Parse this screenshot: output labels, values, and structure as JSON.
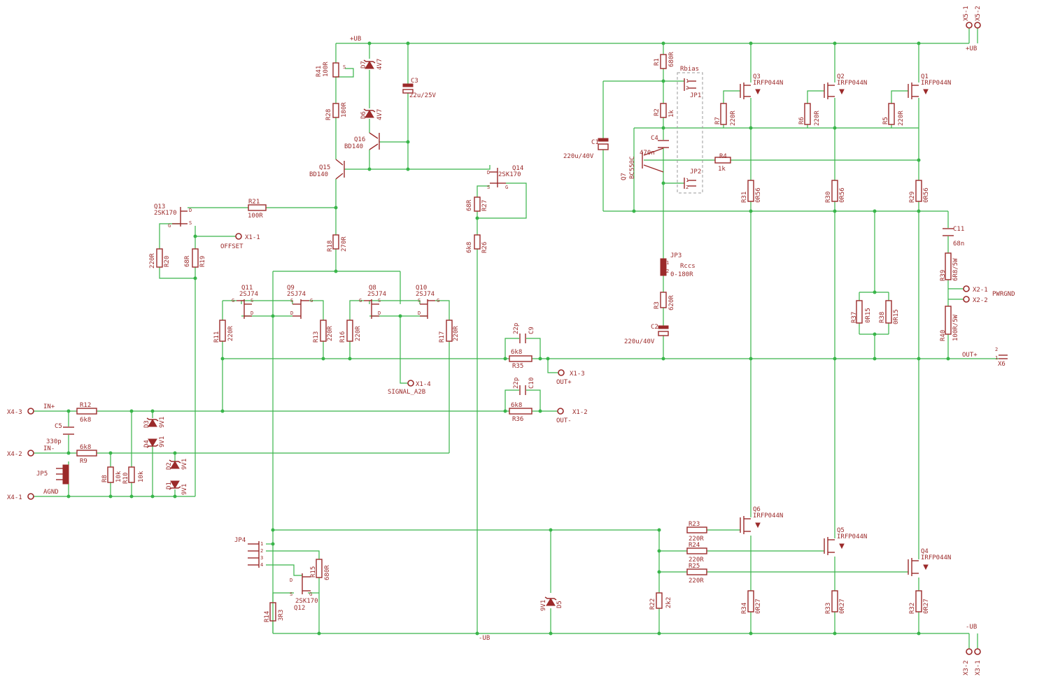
{
  "colors": {
    "wire": "#39b54a",
    "component": "#9b2a2a",
    "background": "#ffffff",
    "frame": "#9b9b9b"
  },
  "labels": {
    "R41": {
      "name": "R41",
      "value": "100R"
    },
    "D7": {
      "name": "D7",
      "value": "4V7"
    },
    "D6": {
      "name": "D6",
      "value": "4V7"
    },
    "C3": {
      "name": "C3",
      "value": "22u/25V"
    },
    "R28": {
      "name": "R28",
      "value": "180R"
    },
    "Q16": {
      "name": "Q16",
      "value": "BD140"
    },
    "Q15": {
      "name": "Q15",
      "value": "BD140"
    },
    "Q14": {
      "name": "Q14",
      "value": "2SK170"
    },
    "Q13": {
      "name": "Q13",
      "value": "2SK170"
    },
    "R21": {
      "name": "R21",
      "value": "100R"
    },
    "R20": {
      "name": "R20",
      "value": "220R"
    },
    "R19": {
      "name": "R19",
      "value": "68R"
    },
    "R18": {
      "name": "R18",
      "value": "270R"
    },
    "R27": {
      "name": "R27",
      "value": "68R"
    },
    "R26": {
      "name": "R26",
      "value": "6k8"
    },
    "Q11": {
      "name": "Q11",
      "value": "2SJ74"
    },
    "Q9": {
      "name": "Q9",
      "value": "2SJ74"
    },
    "Q8": {
      "name": "Q8",
      "value": "2SJ74"
    },
    "Q10": {
      "name": "Q10",
      "value": "2SJ74"
    },
    "R11": {
      "name": "R11",
      "value": "220R"
    },
    "R13": {
      "name": "R13",
      "value": "220R"
    },
    "R16": {
      "name": "R16",
      "value": "220R"
    },
    "R17": {
      "name": "R17",
      "value": "220R"
    },
    "C9": {
      "name": "C9",
      "value": "22p"
    },
    "R35": {
      "name": "R35",
      "value": "6k8"
    },
    "C10": {
      "name": "C10",
      "value": "22p"
    },
    "R36": {
      "name": "R36",
      "value": "6k8"
    },
    "R12": {
      "name": "R12",
      "value": "6k8"
    },
    "C5": {
      "name": "C5",
      "value": "330p"
    },
    "R9": {
      "name": "R9",
      "value": "6k8"
    },
    "R8": {
      "name": "R8",
      "value": "10k"
    },
    "R10": {
      "name": "R10",
      "value": "10k"
    },
    "D3": {
      "name": "D3",
      "value": "9V1"
    },
    "D4": {
      "name": "D4",
      "value": "9V1"
    },
    "D2": {
      "name": "D2",
      "value": "9V1"
    },
    "D1": {
      "name": "D1",
      "value": "9V1"
    },
    "JP5": {
      "name": "JP5"
    },
    "JP4": {
      "name": "JP4"
    },
    "R15": {
      "name": "R15",
      "value": "680R"
    },
    "Q12": {
      "name": "Q12",
      "value": "2SK170"
    },
    "R14": {
      "name": "R14",
      "value": "3R3"
    },
    "D5": {
      "name": "D5",
      "value": "9V1"
    },
    "R1": {
      "name": "R1",
      "value": "680R"
    },
    "R2": {
      "name": "R2",
      "value": "1k"
    },
    "C1": {
      "name": "C1",
      "value": "220u/40V"
    },
    "C4": {
      "name": "C4",
      "value": "470n"
    },
    "Q7": {
      "name": "Q7",
      "value": "BC550C"
    },
    "R4": {
      "name": "R4",
      "value": "1k"
    },
    "JP1": {
      "name": "JP1"
    },
    "JP2": {
      "name": "JP2"
    },
    "Rbias": "Rbias",
    "JP3": {
      "name": "JP3"
    },
    "Rccs": "Rccs",
    "Rccs_range": "0-180R",
    "R3": {
      "name": "R3",
      "value": "620R"
    },
    "C2": {
      "name": "C2",
      "value": "220u/40V"
    },
    "Q3": {
      "name": "Q3",
      "value": "IRFP044N"
    },
    "Q2": {
      "name": "Q2",
      "value": "IRFP044N"
    },
    "Q1": {
      "name": "Q1",
      "value": "IRFP044N"
    },
    "R7": {
      "name": "R7",
      "value": "220R"
    },
    "R6": {
      "name": "R6",
      "value": "220R"
    },
    "R5": {
      "name": "R5",
      "value": "220R"
    },
    "R31": {
      "name": "R31",
      "value": "0R56"
    },
    "R30": {
      "name": "R30",
      "value": "0R56"
    },
    "R29": {
      "name": "R29",
      "value": "0R56"
    },
    "C11": {
      "name": "C11",
      "value": "68n"
    },
    "R39": {
      "name": "R39",
      "value": "6R8/5W"
    },
    "R40": {
      "name": "R40",
      "value": "100R/5W"
    },
    "R37": {
      "name": "R37",
      "value": "0R15"
    },
    "R38": {
      "name": "R38",
      "value": "0R15"
    },
    "Q6": {
      "name": "Q6",
      "value": "IRFP044N"
    },
    "Q5": {
      "name": "Q5",
      "value": "IRFP044N"
    },
    "Q4": {
      "name": "Q4",
      "value": "IRFP044N"
    },
    "R23": {
      "name": "R23",
      "value": "220R"
    },
    "R24": {
      "name": "R24",
      "value": "220R"
    },
    "R25": {
      "name": "R25",
      "value": "220R"
    },
    "R22": {
      "name": "R22",
      "value": "2k2"
    },
    "R34": {
      "name": "R34",
      "value": "0R27"
    },
    "R33": {
      "name": "R33",
      "value": "0R27"
    },
    "R32": {
      "name": "R32",
      "value": "0R27"
    }
  },
  "nets": {
    "ub_pos_top": "+UB",
    "ub_pos_right": "+UB",
    "ub_neg_bottom": "-UB",
    "ub_neg_right": "-UB",
    "in_pos": "IN+",
    "in_neg": "IN-",
    "agnd": "AGND",
    "offset": "OFFSET",
    "signal_a2b": "SIGNAL_A2B",
    "out_pos_mid": "OUT+",
    "out_pos_right": "OUT+",
    "out_neg": "OUT-",
    "pwrgnd": "PWRGND"
  },
  "connectors": {
    "X5_1": "X5-1",
    "X5_2": "X5-2",
    "X1_1": "X1-1",
    "X1_2": "X1-2",
    "X1_3": "X1-3",
    "X1_4": "X1-4",
    "X2_1": "X2-1",
    "X2_2": "X2-2",
    "X3_1": "X3-1",
    "X3_2": "X3-2",
    "X4_1": "X4-1",
    "X4_2": "X4-2",
    "X4_3": "X4-3",
    "X6": "X6",
    "X6_pin1": "1",
    "X6_pin2": "2"
  },
  "pins": {
    "D": "D",
    "G": "G",
    "S": "S",
    "p1": "1",
    "p2": "2",
    "p3": "3",
    "p4": "4"
  }
}
